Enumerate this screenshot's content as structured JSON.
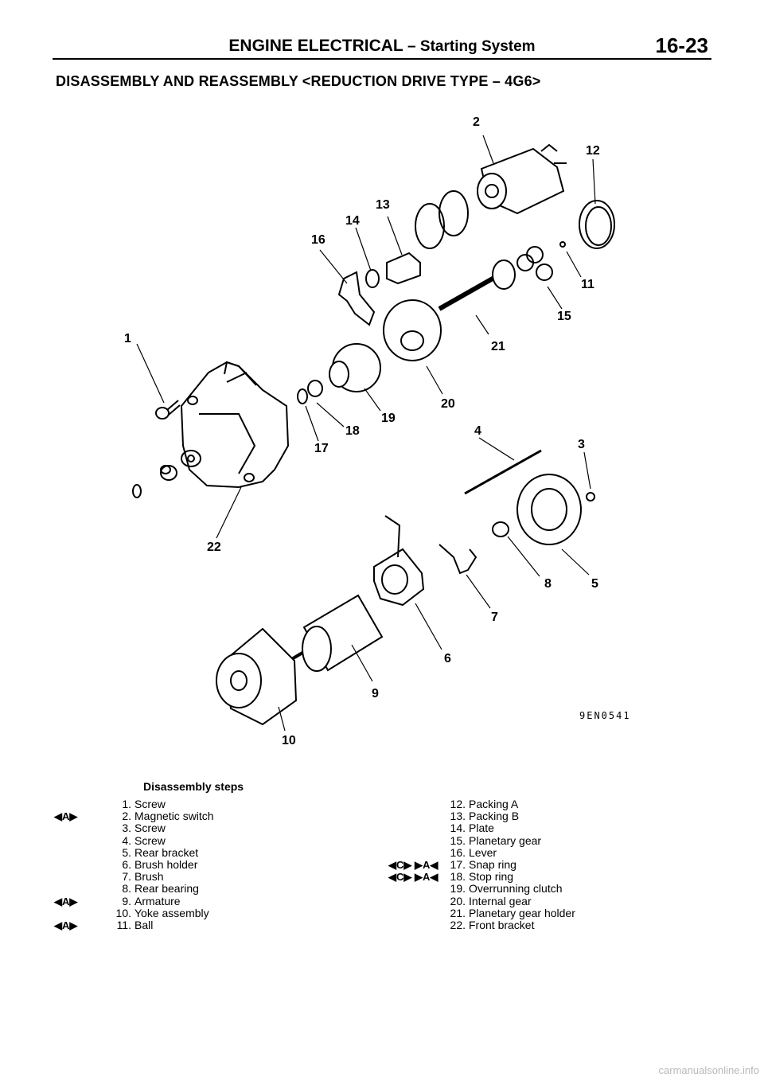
{
  "header": {
    "section": "ENGINE ELECTRICAL",
    "dash": "–",
    "subsection": "Starting System",
    "page_number": "16-23"
  },
  "heading": "DISASSEMBLY AND REASSEMBLY <REDUCTION DRIVE TYPE – 4G6>",
  "figure": {
    "code": "9EN0541",
    "callouts": [
      "1",
      "2",
      "3",
      "4",
      "5",
      "6",
      "7",
      "8",
      "9",
      "10",
      "11",
      "12",
      "13",
      "14",
      "15",
      "16",
      "17",
      "18",
      "19",
      "20",
      "21",
      "22"
    ]
  },
  "steps_title": "Disassembly steps",
  "steps_left": [
    {
      "num": "1.",
      "label": "Screw",
      "mark": ""
    },
    {
      "num": "2.",
      "label": "Magnetic switch",
      "mark": "◀A▶"
    },
    {
      "num": "3.",
      "label": "Screw",
      "mark": ""
    },
    {
      "num": "4.",
      "label": "Screw",
      "mark": ""
    },
    {
      "num": "5.",
      "label": "Rear bracket",
      "mark": ""
    },
    {
      "num": "6.",
      "label": "Brush holder",
      "mark": ""
    },
    {
      "num": "7.",
      "label": "Brush",
      "mark": ""
    },
    {
      "num": "8.",
      "label": "Rear bearing",
      "mark": ""
    },
    {
      "num": "9.",
      "label": "Armature",
      "mark": "◀A▶"
    },
    {
      "num": "10.",
      "label": "Yoke assembly",
      "mark": ""
    },
    {
      "num": "11.",
      "label": "Ball",
      "mark": "◀A▶"
    }
  ],
  "steps_right": [
    {
      "num": "12.",
      "label": "Packing A",
      "mark": ""
    },
    {
      "num": "13.",
      "label": "Packing B",
      "mark": ""
    },
    {
      "num": "14.",
      "label": "Plate",
      "mark": ""
    },
    {
      "num": "15.",
      "label": "Planetary gear",
      "mark": ""
    },
    {
      "num": "16.",
      "label": "Lever",
      "mark": ""
    },
    {
      "num": "17.",
      "label": "Snap ring",
      "mark": "◀C▶   ▶A◀"
    },
    {
      "num": "18.",
      "label": "Stop ring",
      "mark": "◀C▶   ▶A◀"
    },
    {
      "num": "19.",
      "label": "Overrunning clutch",
      "mark": ""
    },
    {
      "num": "20.",
      "label": "Internal gear",
      "mark": ""
    },
    {
      "num": "21.",
      "label": "Planetary gear holder",
      "mark": ""
    },
    {
      "num": "22.",
      "label": "Front bracket",
      "mark": ""
    }
  ],
  "footer": "carmanualsonline.info"
}
